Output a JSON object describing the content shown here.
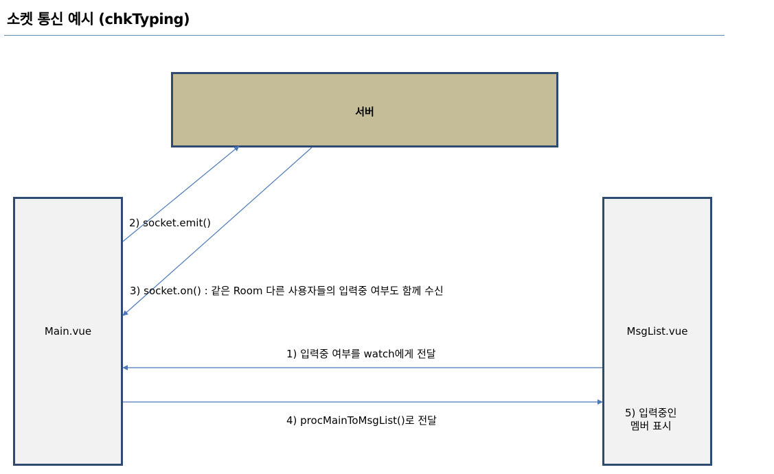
{
  "title": "소켓 통신 예시 (chkTyping)",
  "colors": {
    "title_rule": "#5b8ab0",
    "box_border": "#2f4a70",
    "server_fill": "#c4bd97",
    "component_fill": "#f2f2f2",
    "arrow": "#4a78b8"
  },
  "nodes": {
    "server": "서버",
    "main": "Main.vue",
    "msglist": "MsgList.vue",
    "msglist_note": "5) 입력중인\n멤버 표시"
  },
  "edges": {
    "emit": "2) socket.emit()",
    "on": "3) socket.on() : 같은 Room 다른 사용자들의 입력중 여부도 함께 수신",
    "watch": "1) 입력중 여부를 watch에게 전달",
    "proc": "4) procMainToMsgList()로 전달"
  }
}
